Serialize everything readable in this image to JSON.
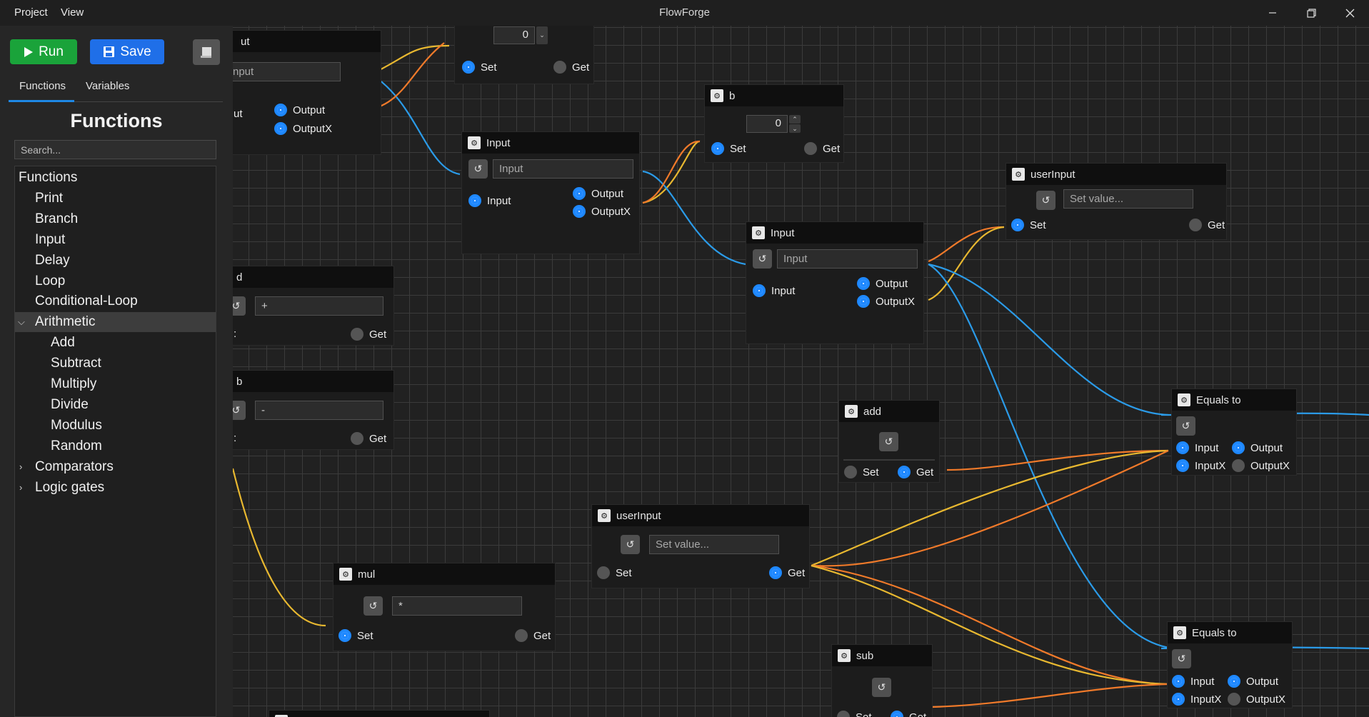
{
  "app": {
    "title": "FlowForge",
    "menu": [
      "Project",
      "View"
    ],
    "window_controls": [
      "minimize-icon",
      "restore-icon",
      "close-icon"
    ]
  },
  "toolbar": {
    "run_label": "Run",
    "save_label": "Save"
  },
  "sidebar": {
    "tabs": [
      "Functions",
      "Variables"
    ],
    "active_tab": "Functions",
    "title": "Functions",
    "search_placeholder": "Search...",
    "tree": [
      {
        "label": "Functions",
        "level": 0
      },
      {
        "label": "Print",
        "level": 1
      },
      {
        "label": "Branch",
        "level": 1
      },
      {
        "label": "Input",
        "level": 1
      },
      {
        "label": "Delay",
        "level": 1
      },
      {
        "label": "Loop",
        "level": 1
      },
      {
        "label": "Conditional-Loop",
        "level": 1
      },
      {
        "label": "Arithmetic",
        "level": 1,
        "expanded": true,
        "selected": true
      },
      {
        "label": "Add",
        "level": 2
      },
      {
        "label": "Subtract",
        "level": 2
      },
      {
        "label": "Multiply",
        "level": 2
      },
      {
        "label": "Divide",
        "level": 2
      },
      {
        "label": "Modulus",
        "level": 2
      },
      {
        "label": "Random",
        "level": 2
      },
      {
        "label": "Comparators",
        "level": 1,
        "expanded": false
      },
      {
        "label": "Logic gates",
        "level": 1,
        "expanded": false
      }
    ]
  },
  "colors": {
    "run": "#1aa33a",
    "save": "#1f6fe8",
    "accent": "#1e88ff",
    "wire_blue": "#2b9be8",
    "wire_orange": "#f07a2a",
    "wire_yellow": "#e8b830"
  },
  "nodes": {
    "input_top": {
      "title": "ut",
      "field_placeholder": "nput",
      "left_label": "ut",
      "out1": "Output",
      "out2": "OutputX"
    },
    "var_top": {
      "value": "0",
      "set": "Set",
      "get": "Get"
    },
    "input_a": {
      "title": "Input",
      "field_placeholder": "Input",
      "in_label": "Input",
      "out1": "Output",
      "out2": "OutputX"
    },
    "var_b": {
      "title": "b",
      "value": "0",
      "set": "Set",
      "get": "Get"
    },
    "user_input_top": {
      "title": "userInput",
      "field_placeholder": "Set value...",
      "set": "Set",
      "get": "Get"
    },
    "input_b": {
      "title": "Input",
      "field_placeholder": "Input",
      "in_label": "Input",
      "out1": "Output",
      "out2": "OutputX"
    },
    "add_partial": {
      "title": "d",
      "field_value": "+",
      "left_label": ":",
      "get": "Get"
    },
    "sub_partial": {
      "title": "b",
      "field_value": "-",
      "left_label": ":",
      "get": "Get"
    },
    "add_node": {
      "title": "add",
      "set": "Set",
      "get": "Get"
    },
    "equals_1": {
      "title": "Equals to",
      "in1": "Input",
      "in2": "InputX",
      "out1": "Output",
      "out2": "OutputX"
    },
    "user_input_mid": {
      "title": "userInput",
      "field_placeholder": "Set value...",
      "set": "Set",
      "get": "Get"
    },
    "mul_node": {
      "title": "mul",
      "field_value": "*",
      "set": "Set",
      "get": "Get"
    },
    "sub_node": {
      "title": "sub",
      "set": "Set",
      "get": "Get"
    },
    "equals_2": {
      "title": "Equals to",
      "in1": "Input",
      "in2": "InputX",
      "out1": "Output",
      "out2": "OutputX"
    }
  }
}
